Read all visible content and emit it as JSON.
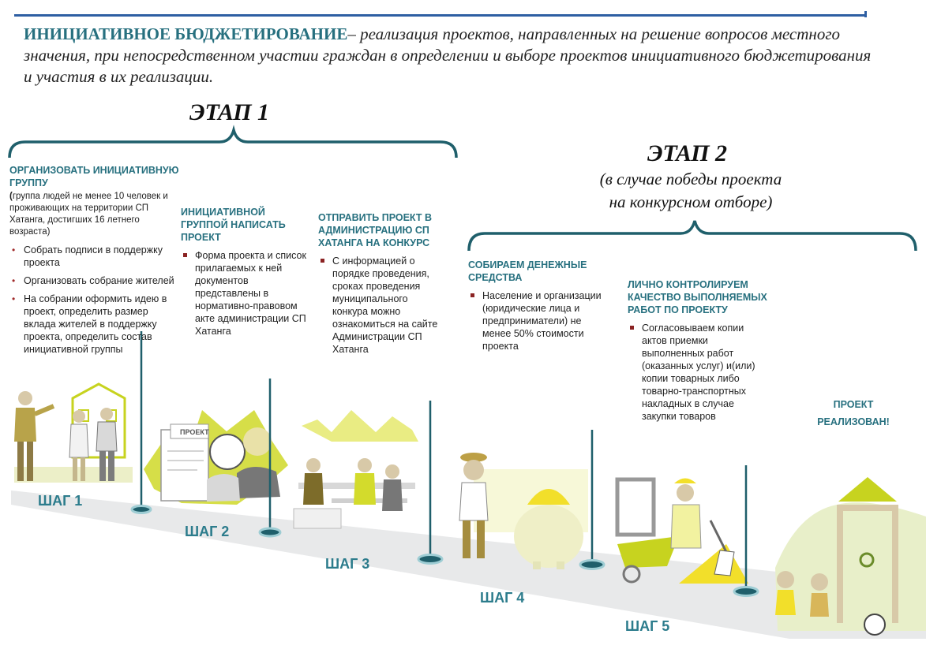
{
  "intro": {
    "lead": "ИНИЦИАТИВНОЕ БЮДЖЕТИРОВАНИЕ",
    "text": "– реализация проектов, направленных на решение вопросов местного значения, при непосредственном участии граждан в определении и выборе проектов инициативного бюджетирования и участия в их реализации."
  },
  "stage1": {
    "title": "ЭТАП 1"
  },
  "stage2": {
    "title": "ЭТАП 2",
    "subtitle_line1": "(в случае победы проекта",
    "subtitle_line2": "на  конкурсном отборе)"
  },
  "steps": [
    {
      "heading": "ОРГАНИЗОВАТЬ ИНИЦИАТИВНУЮ ГРУППУ",
      "note_bold": "(",
      "note": "группа людей не менее 10 человек и проживающих на территории СП Хатанга, достигших 16 летнего возраста)",
      "bullets": [
        "Собрать подписи в поддержку проекта",
        "Организовать собрание жителей",
        "На собрании оформить идею в проект, определить размер вклада жителей в поддержку проекта, определить состав инициативной группы"
      ],
      "label": "ШАГ 1"
    },
    {
      "heading": "ИНИЦИАТИВНОЙ ГРУППОЙ НАПИСАТЬ ПРОЕКТ",
      "bullets": [
        "Форма проекта и список прилагаемых к ней документов представлены в нормативно-правовом акте администрации СП Хатанга"
      ],
      "label": "ШАГ 2",
      "illustration_text": "ПРОЕКТ"
    },
    {
      "heading": "ОТПРАВИТЬ ПРОЕКТ В АДМИНИСТРАЦИЮ СП ХАТАНГА НА КОНКУРС",
      "bullets": [
        "С информацией о порядке проведения, сроках проведения муниципального конкура можно ознакомиться на сайте Администрации СП Хатанга"
      ],
      "label": "ШАГ 3"
    },
    {
      "heading": "СОБИРАЕМ ДЕНЕЖНЫЕ СРЕДСТВА",
      "bullets": [
        "Население и организации (юридические лица и предприниматели) не менее 50% стоимости проекта"
      ],
      "label": "ШАГ 4"
    },
    {
      "heading": "ЛИЧНО КОНТРОЛИРУЕМ КАЧЕСТВО ВЫПОЛНЯЕМЫХ РАБОТ ПО ПРОЕКТУ",
      "bullets": [
        "Согласовываем копии актов приемки выполненных работ (оказанных услуг) и(или) копии товарных либо товарно-транспортных накладных в случае закупки товаров"
      ],
      "label": "ШАГ 5"
    }
  ],
  "final": {
    "line1": "ПРОЕКТ",
    "line2": "РЕАЛИЗОВАН!"
  },
  "colors": {
    "teal": "#27707f",
    "accent": "#c7d31f",
    "bracket": "#1f5f6b",
    "road": "#e6e7e8"
  }
}
